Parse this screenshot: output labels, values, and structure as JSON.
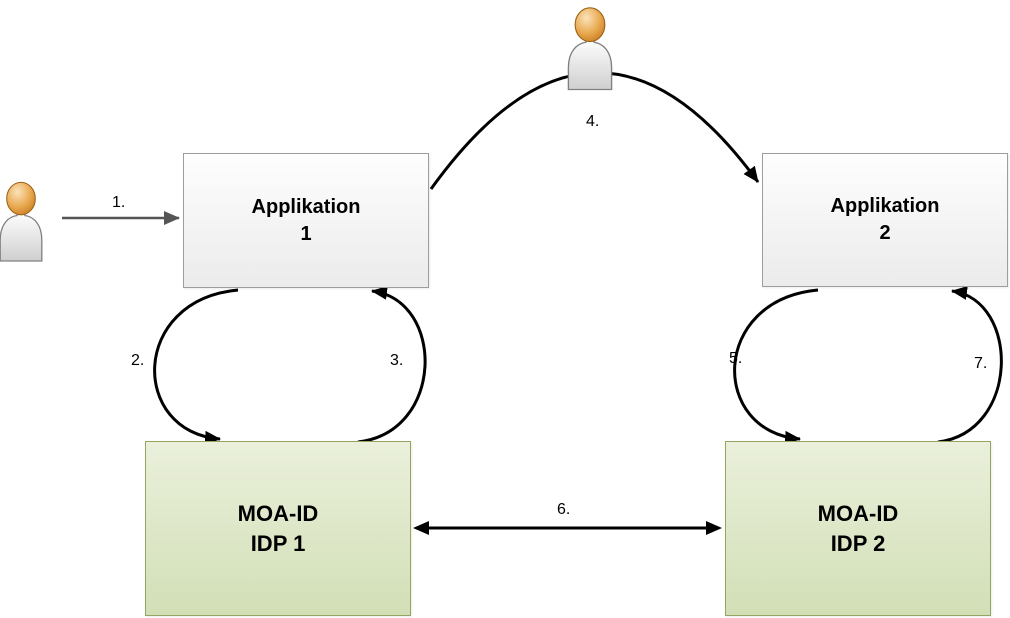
{
  "nodes": {
    "app1": {
      "line1": "Applikation",
      "line2": "1"
    },
    "app2": {
      "line1": "Applikation",
      "line2": "2"
    },
    "idp1": {
      "line1": "MOA-ID",
      "line2": "IDP 1"
    },
    "idp2": {
      "line1": "MOA-ID",
      "line2": "IDP 2"
    }
  },
  "steps": {
    "s1": "1.",
    "s2": "2.",
    "s3": "3.",
    "s4": "4.",
    "s5": "5.",
    "s6": "6.",
    "s7": "7."
  },
  "icons": {
    "person_top": "person-icon",
    "person_left": "person-icon"
  },
  "colors": {
    "app_box_fill_top": "#fefefe",
    "app_box_fill_bottom": "#ebebeb",
    "app_box_border": "#9d9d9d",
    "idp_box_fill_top": "#eaf0db",
    "idp_box_fill_bottom": "#d2dfb6",
    "idp_box_border": "#93a463",
    "arrow_black": "#000000",
    "arrow_gray": "#555555",
    "person_head": "#e8a84e",
    "person_body": "#e6e6e6"
  }
}
